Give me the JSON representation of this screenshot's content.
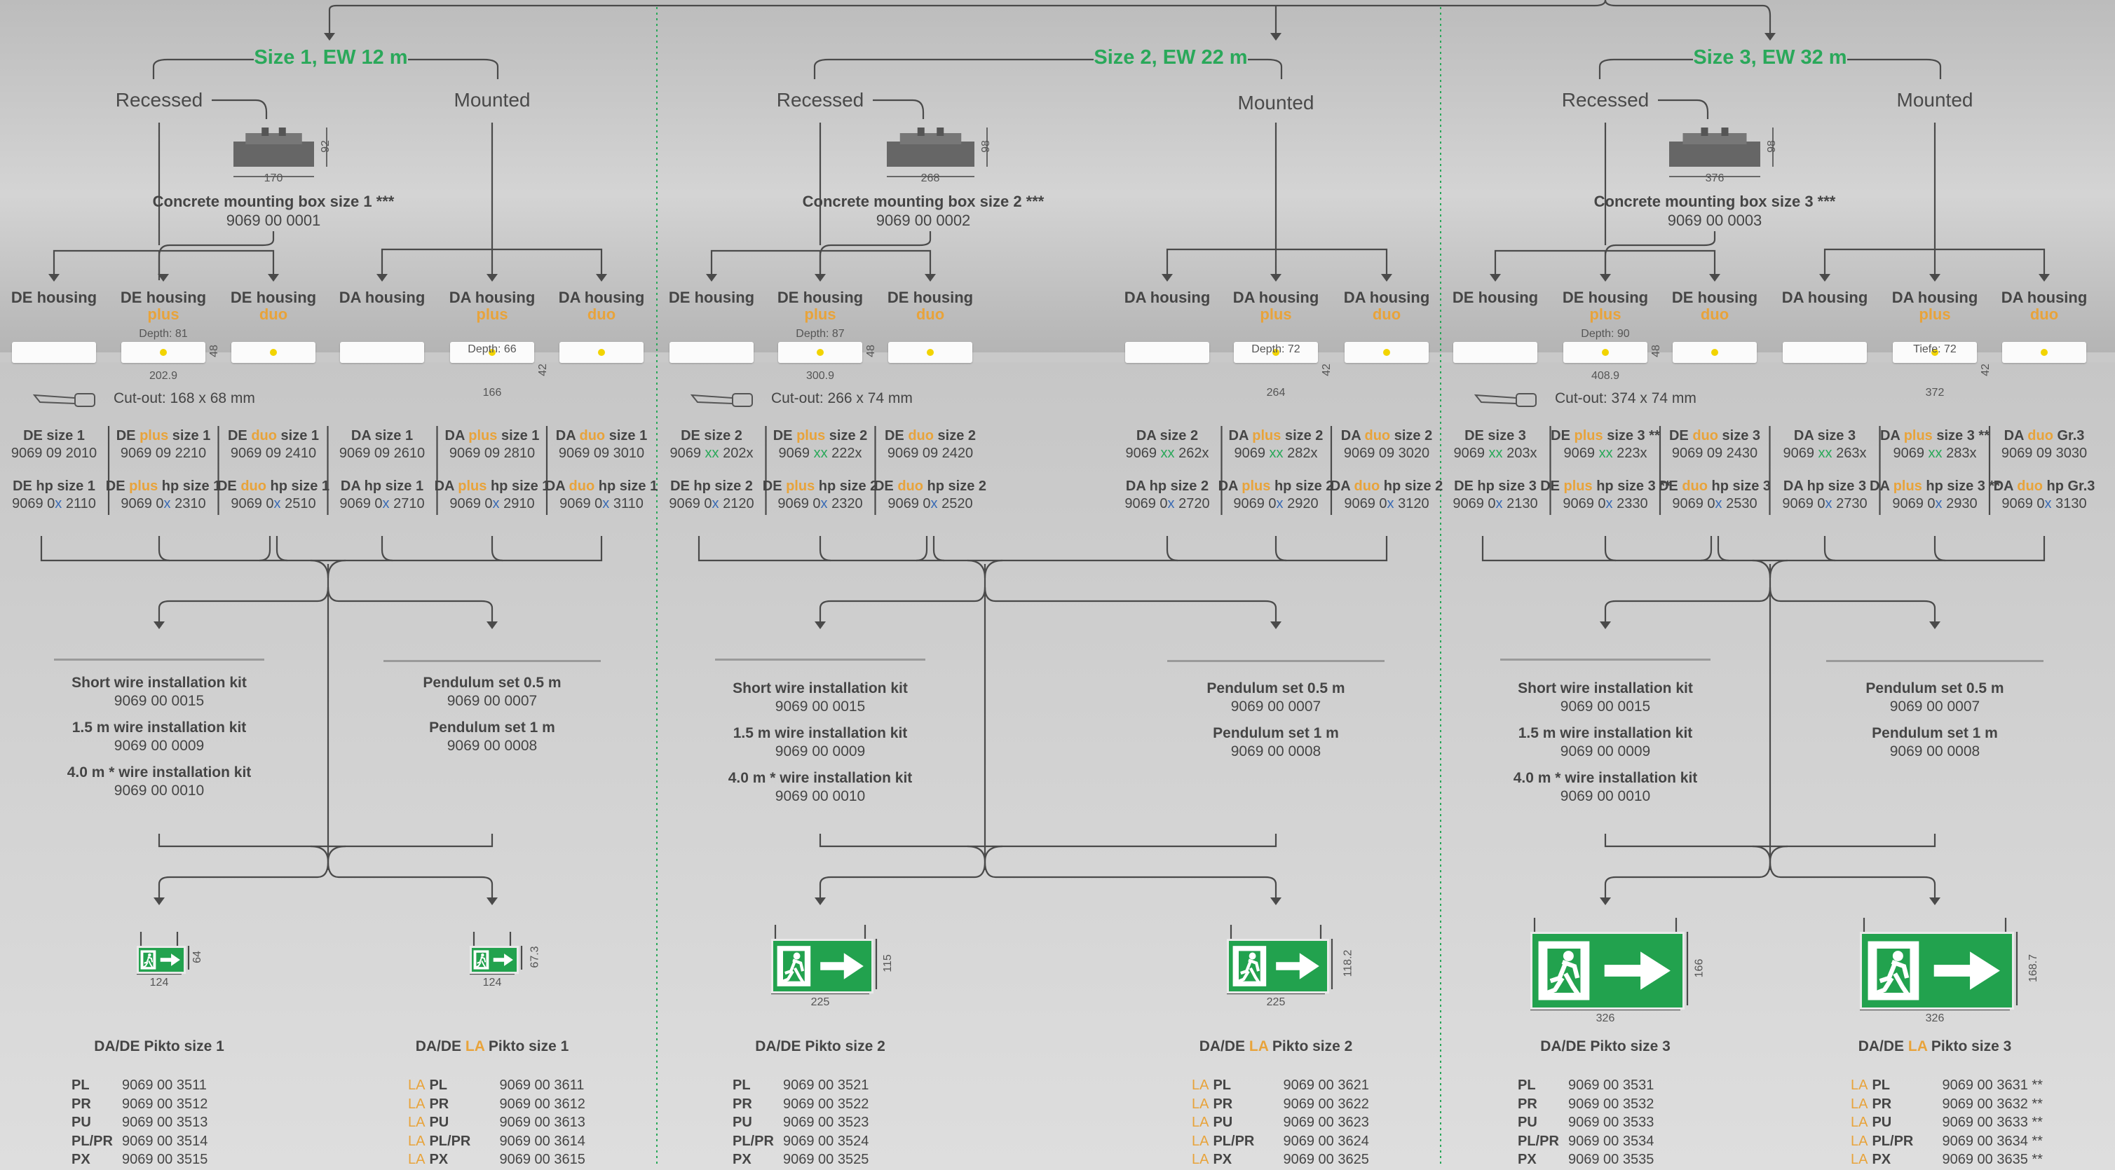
{
  "sections": [
    {
      "id": "s1",
      "title": "Size 1, EW 12 m",
      "recessed": "Recessed",
      "mounted": "Mounted",
      "box_name": "Concrete mounting box size 1 ***",
      "box_number": "9069 00 0001",
      "box_width": "170",
      "box_height": "92",
      "headers": [
        {
          "name": "DE housing",
          "sub": ""
        },
        {
          "name": "DE housing",
          "sub": "plus"
        },
        {
          "name": "DE housing",
          "sub": "duo"
        },
        {
          "name": "DA housing",
          "sub": ""
        },
        {
          "name": "DA housing",
          "sub": "plus"
        },
        {
          "name": "DA housing",
          "sub": "duo"
        }
      ],
      "de_depth": "Depth: 81",
      "de_dim_h": "48",
      "de_width": "202.9",
      "da_depth": "Depth: 66",
      "da_dim_h": "42",
      "da_width": "166",
      "cutout": "Cut-out: 168 x 68 mm",
      "variants": [
        {
          "n1a": "DE ",
          "n1o": "",
          "n1b": "size 1",
          "num1a": "9069 09 2010",
          "num1x": "",
          "num1b": "",
          "n2a": "DE hp size 1",
          "n2o": "",
          "n2b": "",
          "num2a": "9069 0",
          "num2x": "x",
          "num2b": " 2110"
        },
        {
          "n1a": "DE ",
          "n1o": "plus",
          "n1b": " size 1",
          "num1a": "9069 09 2210",
          "num1x": "",
          "num1b": "",
          "n2a": "DE ",
          "n2o": "plus",
          "n2b": " hp size 1",
          "num2a": "9069 0",
          "num2x": "x",
          "num2b": " 2310"
        },
        {
          "n1a": "DE ",
          "n1o": "duo",
          "n1b": " size 1",
          "num1a": "9069 09 2410",
          "num1x": "",
          "num1b": "",
          "n2a": "DE ",
          "n2o": "duo",
          "n2b": " hp size 1",
          "num2a": "9069 0",
          "num2x": "x",
          "num2b": " 2510"
        },
        {
          "n1a": "DA ",
          "n1o": "",
          "n1b": "size 1",
          "num1a": "9069 09 2610",
          "num1x": "",
          "num1b": "",
          "n2a": "DA hp size 1",
          "n2o": "",
          "n2b": "",
          "num2a": "9069 0",
          "num2x": "x",
          "num2b": " 2710"
        },
        {
          "n1a": "DA ",
          "n1o": "plus",
          "n1b": " size 1",
          "num1a": "9069 09 2810",
          "num1x": "",
          "num1b": "",
          "n2a": "DA ",
          "n2o": "plus",
          "n2b": " hp size 1",
          "num2a": "9069 0",
          "num2x": "x",
          "num2b": " 2910"
        },
        {
          "n1a": "DA ",
          "n1o": "duo",
          "n1b": " size 1",
          "num1a": "9069 09 3010",
          "num1x": "",
          "num1b": "",
          "n2a": "DA ",
          "n2o": "duo",
          "n2b": " hp size 1",
          "num2a": "9069 0",
          "num2x": "x",
          "num2b": " 3110"
        }
      ],
      "kits_left": [
        {
          "name": "Short wire installation kit",
          "num": "9069 00 0015"
        },
        {
          "name": "1.5 m wire installation kit",
          "num": "9069 00 0009"
        },
        {
          "name": "4.0 m * wire installation kit",
          "num": "9069 00 0010"
        }
      ],
      "kits_right": [
        {
          "name": "Pendulum set 0.5 m",
          "num": "9069 00 0007"
        },
        {
          "name": "Pendulum set 1 m",
          "num": "9069 00 0008"
        }
      ],
      "sign_left": {
        "w": "124",
        "h": "64"
      },
      "sign_right": {
        "w": "124",
        "h": "67.3"
      },
      "pikto_left": {
        "a": "DA/DE Pikto size 1",
        "o": "",
        "b": ""
      },
      "pikto_right": {
        "a": "DA/DE ",
        "o": "LA",
        "b": " Pikto size 1"
      },
      "arts_left": [
        {
          "la": "",
          "code": "PL",
          "num": "9069 00 3511"
        },
        {
          "la": "",
          "code": "PR",
          "num": "9069 00 3512"
        },
        {
          "la": "",
          "code": "PU",
          "num": "9069 00 3513"
        },
        {
          "la": "",
          "code": "PL/PR",
          "num": "9069 00 3514"
        },
        {
          "la": "",
          "code": "PX",
          "num": "9069 00 3515"
        }
      ],
      "arts_right": [
        {
          "la": "LA",
          "code": "PL",
          "num": "9069 00 3611"
        },
        {
          "la": "LA",
          "code": "PR",
          "num": "9069 00 3612"
        },
        {
          "la": "LA",
          "code": "PU",
          "num": "9069 00 3613"
        },
        {
          "la": "LA",
          "code": "PL/PR",
          "num": "9069 00 3614"
        },
        {
          "la": "LA",
          "code": "PX",
          "num": "9069 00 3615"
        }
      ]
    },
    {
      "id": "s2",
      "title": "Size 2, EW 22 m",
      "recessed": "Recessed",
      "mounted": "Mounted",
      "box_name": "Concrete mounting box size 2 ***",
      "box_number": "9069 00 0002",
      "box_width": "268",
      "box_height": "98",
      "headers": [
        {
          "name": "DE housing",
          "sub": ""
        },
        {
          "name": "DE housing",
          "sub": "plus"
        },
        {
          "name": "DE housing",
          "sub": "duo"
        },
        {
          "name": "DA housing",
          "sub": ""
        },
        {
          "name": "DA housing",
          "sub": "plus"
        },
        {
          "name": "DA housing",
          "sub": "duo"
        }
      ],
      "de_depth": "Depth: 87",
      "de_dim_h": "48",
      "de_width": "300.9",
      "da_depth": "Depth: 72",
      "da_dim_h": "42",
      "da_width": "264",
      "cutout": "Cut-out: 266 x 74 mm",
      "variants": [
        {
          "n1a": "DE ",
          "n1o": "",
          "n1b": "size 2",
          "num1a": "9069 ",
          "num1x": "xx",
          "num1b": " 202x",
          "n2a": "DE hp size 2",
          "n2o": "",
          "n2b": "",
          "num2a": "9069 0",
          "num2x": "x",
          "num2b": " 2120"
        },
        {
          "n1a": "DE ",
          "n1o": "plus",
          "n1b": " size 2",
          "num1a": "9069 ",
          "num1x": "xx",
          "num1b": " 222x",
          "n2a": "DE ",
          "n2o": "plus",
          "n2b": " hp size 2",
          "num2a": "9069 0",
          "num2x": "x",
          "num2b": " 2320"
        },
        {
          "n1a": "DE ",
          "n1o": "duo",
          "n1b": " size 2",
          "num1a": "9069 09 2420",
          "num1x": "",
          "num1b": "",
          "n2a": "DE ",
          "n2o": "duo",
          "n2b": " hp size 2",
          "num2a": "9069 0",
          "num2x": "x",
          "num2b": " 2520"
        },
        {
          "n1a": "DA ",
          "n1o": "",
          "n1b": "size 2",
          "num1a": "9069 ",
          "num1x": "xx",
          "num1b": " 262x",
          "n2a": "DA hp size 2",
          "n2o": "",
          "n2b": "",
          "num2a": "9069 0",
          "num2x": "x",
          "num2b": " 2720"
        },
        {
          "n1a": "DA ",
          "n1o": "plus",
          "n1b": " size 2",
          "num1a": "9069 ",
          "num1x": "xx",
          "num1b": " 282x",
          "n2a": "DA ",
          "n2o": "plus",
          "n2b": " hp size 2",
          "num2a": "9069 0",
          "num2x": "x",
          "num2b": " 2920"
        },
        {
          "n1a": "DA ",
          "n1o": "duo",
          "n1b": " size 2",
          "num1a": "9069 09 3020",
          "num1x": "",
          "num1b": "",
          "n2a": "DA ",
          "n2o": "duo",
          "n2b": " hp size 2",
          "num2a": "9069 0",
          "num2x": "x",
          "num2b": " 3120"
        }
      ],
      "kits_left": [
        {
          "name": "Short wire installation kit",
          "num": "9069 00 0015"
        },
        {
          "name": "1.5 m wire installation kit",
          "num": "9069 00 0009"
        },
        {
          "name": "4.0 m * wire installation kit",
          "num": "9069 00 0010"
        }
      ],
      "kits_right": [
        {
          "name": "Pendulum set 0.5 m",
          "num": "9069 00 0007"
        },
        {
          "name": "Pendulum set 1 m",
          "num": "9069 00 0008"
        }
      ],
      "sign_left": {
        "w": "225",
        "h": "115"
      },
      "sign_right": {
        "w": "225",
        "h": "118.2"
      },
      "pikto_left": {
        "a": "DA/DE Pikto size 2",
        "o": "",
        "b": ""
      },
      "pikto_right": {
        "a": "DA/DE ",
        "o": "LA",
        "b": " Pikto size 2"
      },
      "arts_left": [
        {
          "la": "",
          "code": "PL",
          "num": "9069 00 3521"
        },
        {
          "la": "",
          "code": "PR",
          "num": "9069 00 3522"
        },
        {
          "la": "",
          "code": "PU",
          "num": "9069 00 3523"
        },
        {
          "la": "",
          "code": "PL/PR",
          "num": "9069 00 3524"
        },
        {
          "la": "",
          "code": "PX",
          "num": "9069 00 3525"
        }
      ],
      "arts_right": [
        {
          "la": "LA",
          "code": "PL",
          "num": "9069 00 3621"
        },
        {
          "la": "LA",
          "code": "PR",
          "num": "9069 00 3622"
        },
        {
          "la": "LA",
          "code": "PU",
          "num": "9069 00 3623"
        },
        {
          "la": "LA",
          "code": "PL/PR",
          "num": "9069 00 3624"
        },
        {
          "la": "LA",
          "code": "PX",
          "num": "9069 00 3625"
        }
      ]
    },
    {
      "id": "s3",
      "title": "Size 3, EW 32 m",
      "recessed": "Recessed",
      "mounted": "Mounted",
      "box_name": "Concrete mounting box size 3 ***",
      "box_number": "9069 00 0003",
      "box_width": "376",
      "box_height": "98",
      "headers": [
        {
          "name": "DE housing",
          "sub": ""
        },
        {
          "name": "DE housing",
          "sub": "plus"
        },
        {
          "name": "DE housing",
          "sub": "duo"
        },
        {
          "name": "DA housing",
          "sub": ""
        },
        {
          "name": "DA housing",
          "sub": "plus"
        },
        {
          "name": "DA housing",
          "sub": "duo"
        }
      ],
      "de_depth": "Depth: 90",
      "de_dim_h": "48",
      "de_width": "408.9",
      "da_depth": "Tiefe: 72",
      "da_dim_h": "42",
      "da_width": "372",
      "cutout": "Cut-out: 374 x 74 mm",
      "variants": [
        {
          "n1a": "DE ",
          "n1o": "",
          "n1b": "size 3",
          "num1a": "9069 ",
          "num1x": "xx",
          "num1b": " 203x",
          "n2a": "DE hp size 3",
          "n2o": "",
          "n2b": "",
          "num2a": "9069 0",
          "num2x": "x",
          "num2b": " 2130"
        },
        {
          "n1a": "DE ",
          "n1o": "plus",
          "n1b": " size 3 **",
          "num1a": "9069 ",
          "num1x": "xx",
          "num1b": " 223x",
          "n2a": "DE ",
          "n2o": "plus",
          "n2b": " hp size 3 **",
          "num2a": "9069 0",
          "num2x": "x",
          "num2b": " 2330"
        },
        {
          "n1a": "DE ",
          "n1o": "duo",
          "n1b": " size 3",
          "num1a": "9069 09 2430",
          "num1x": "",
          "num1b": "",
          "n2a": "DE ",
          "n2o": "duo",
          "n2b": " hp size 3",
          "num2a": "9069 0",
          "num2x": "x",
          "num2b": " 2530"
        },
        {
          "n1a": "DA ",
          "n1o": "",
          "n1b": "size 3",
          "num1a": "9069 ",
          "num1x": "xx",
          "num1b": " 263x",
          "n2a": "DA hp size 3",
          "n2o": "",
          "n2b": "",
          "num2a": "9069 0",
          "num2x": "x",
          "num2b": " 2730"
        },
        {
          "n1a": "DA ",
          "n1o": "plus",
          "n1b": " size 3 **",
          "num1a": "9069 ",
          "num1x": "xx",
          "num1b": " 283x",
          "n2a": "DA ",
          "n2o": "plus",
          "n2b": " hp size 3 **",
          "num2a": "9069 0",
          "num2x": "x",
          "num2b": " 2930"
        },
        {
          "n1a": "DA ",
          "n1o": "duo",
          "n1b": " Gr.3",
          "num1a": "9069 09 3030",
          "num1x": "",
          "num1b": "",
          "n2a": "DA ",
          "n2o": "duo",
          "n2b": " hp Gr.3",
          "num2a": "9069 0",
          "num2x": "x",
          "num2b": " 3130"
        }
      ],
      "kits_left": [
        {
          "name": "Short wire installation kit",
          "num": "9069 00 0015"
        },
        {
          "name": "1.5 m wire installation kit",
          "num": "9069 00 0009"
        },
        {
          "name": "4.0 m * wire installation kit",
          "num": "9069 00 0010"
        }
      ],
      "kits_right": [
        {
          "name": "Pendulum set 0.5 m",
          "num": "9069 00 0007"
        },
        {
          "name": "Pendulum set 1 m",
          "num": "9069 00 0008"
        }
      ],
      "sign_left": {
        "w": "326",
        "h": "166"
      },
      "sign_right": {
        "w": "326",
        "h": "168.7"
      },
      "pikto_left": {
        "a": "DA/DE Pikto size 3",
        "o": "",
        "b": ""
      },
      "pikto_right": {
        "a": "DA/DE ",
        "o": "LA",
        "b": " Pikto size 3"
      },
      "arts_left": [
        {
          "la": "",
          "code": "PL",
          "num": "9069 00 3531"
        },
        {
          "la": "",
          "code": "PR",
          "num": "9069 00 3532"
        },
        {
          "la": "",
          "code": "PU",
          "num": "9069 00 3533"
        },
        {
          "la": "",
          "code": "PL/PR",
          "num": "9069 00 3534"
        },
        {
          "la": "",
          "code": "PX",
          "num": "9069 00 3535"
        }
      ],
      "arts_right": [
        {
          "la": "LA",
          "code": "PL",
          "num": "9069 00 3631 **"
        },
        {
          "la": "LA",
          "code": "PR",
          "num": "9069 00 3632 **"
        },
        {
          "la": "LA",
          "code": "PU",
          "num": "9069 00 3633 **"
        },
        {
          "la": "LA",
          "code": "PL/PR",
          "num": "9069 00 3634 **"
        },
        {
          "la": "LA",
          "code": "PX",
          "num": "9069 00 3635 **"
        }
      ]
    }
  ],
  "colors": {
    "green": "#2aa85a",
    "orange": "#e8a33a",
    "blue_x": "#3a6bb5",
    "text": "#454545",
    "line": "#4a4a4a",
    "sign": "#22a24e",
    "led": "#f2d400"
  }
}
